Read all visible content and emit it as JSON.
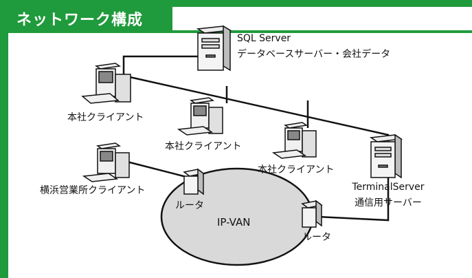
{
  "header": {
    "title": "ネットワーク構成"
  },
  "colors": {
    "accent": "#1f9a3c",
    "cloud_fill": "#d9d9d9"
  },
  "nodes": {
    "sql_server": {
      "name": "SQL Server",
      "role": "データベースサーバー・会社データ"
    },
    "client_1": {
      "label": "本社クライアント"
    },
    "client_2": {
      "label": "本社クライアント"
    },
    "client_3": {
      "label": "本社クライアント"
    },
    "terminal_server": {
      "name": "TerminalServer",
      "role": "通信用サーバー"
    },
    "yokohama_client": {
      "label": "横浜営業所クライアント"
    },
    "router_left": {
      "label": "ルータ"
    },
    "router_right": {
      "label": "ルータ"
    },
    "ipvan": {
      "label": "IP-VAN"
    }
  }
}
